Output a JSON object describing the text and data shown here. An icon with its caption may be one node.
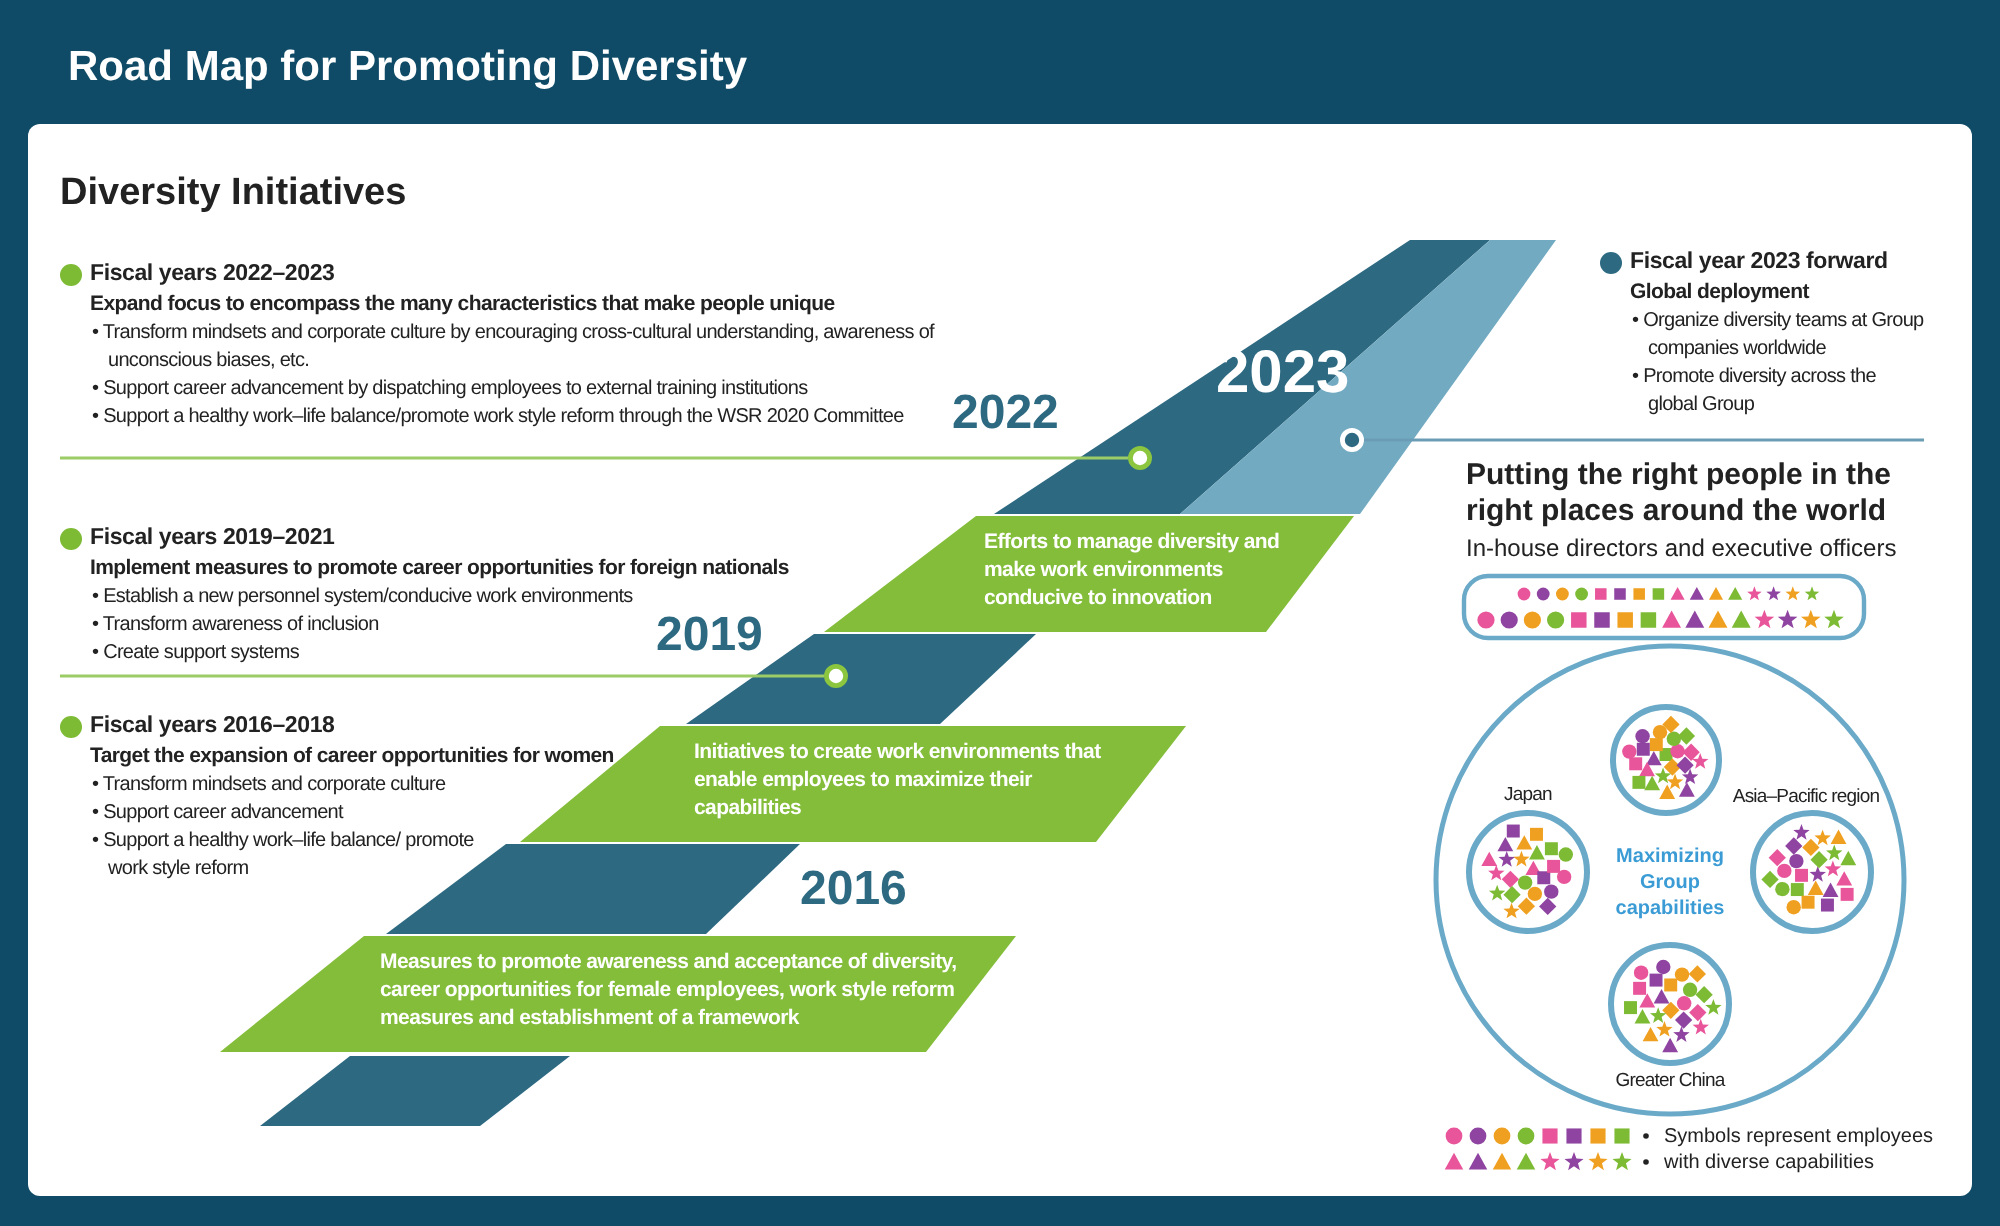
{
  "diagram": {
    "title": "Road Map for Promoting Diversity",
    "nodes": [
      {
        "text": [
          "Fiscal years 2022–2023",
          "Expand focus to encompass the many characteristics that make people unique",
          "• Transform mindsets and corporate culture by encouraging cross-cultural understanding, awareness of unconscious biases, etc.",
          "• Support career advancement by dispatching employees to external training institutions",
          "• Support a healthy work–life balance/promote work style reform through the WSR 2020 Committee"
        ]
      },
      {
        "text": [],
        "shape": "circle"
      },
      {
        "text": [
          "Fiscal years 2019–2021",
          "Implement measures to promote career opportunities for foreign nationals",
          "• Establish a new personnel system/conducive work environments",
          "• Transform awareness of inclusion",
          "• Create support systems"
        ]
      },
      {
        "text": [],
        "shape": "circle"
      },
      {
        "text": [
          "Fiscal years 2016–2018",
          "Target the expansion of career opportunities for women",
          "• Transform mindsets and corporate culture",
          "• Support career advancement",
          "• Support a healthy work–life balance/ promote work style reform"
        ]
      },
      {
        "text": [
          "Fiscal year 2023 forward",
          "Global deployment",
          "• Organize diversity teams at Group companies worldwide",
          "• Promote diversity across the global Group"
        ]
      },
      {
        "text": [],
        "shape": "circle"
      },
      {
        "text": [
          "Efforts to manage diversity and make work environments conducive to innovation"
        ]
      },
      {
        "text": [
          "Initiatives to create work environments that enable employees to maximize their capabilities"
        ]
      },
      {
        "text": [
          "Measures to promote awareness and acceptance of diversity, career opportunities for female employees, work style reform measures and establishment of a framework"
        ]
      },
      {
        "text": [
          "Maximizing Group capabilities"
        ]
      },
      {
        "text": [],
        "shape": "circle",
        "in": 10
      },
      {
        "text": [],
        "shape": "circle",
        "in": 10,
        "beside": [
          "Japan"
        ]
      },
      {
        "text": [],
        "shape": "circle",
        "in": 10,
        "beside": [
          "Asia–Pacific region"
        ]
      },
      {
        "text": [],
        "shape": "circle",
        "in": 10,
        "beside": [
          "Greater China"
        ]
      }
    ],
    "edges": [
      {
        "from": 0,
        "to": 1,
        "arrow": "none"
      },
      {
        "from": 2,
        "to": 3,
        "arrow": "none"
      },
      {
        "from": 5,
        "to": 6,
        "arrow": "none",
        "color": "#6a9db5"
      }
    ],
    "labels": [
      "Diversity Initiatives",
      "2022",
      "2019",
      "2016",
      "2023",
      "Putting the right people in the right places around the world",
      "In-house directors and executive officers"
    ],
    "legend": [
      {
        "text": "Symbols represent employees with diverse capabilities"
      }
    ]
  }
}
